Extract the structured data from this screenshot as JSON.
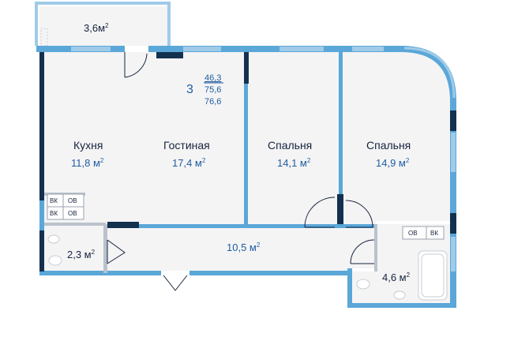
{
  "plan": {
    "rooms_count": "3",
    "areas": {
      "living": "46,3",
      "total": "75,6",
      "total_with_balcony": "76,6"
    },
    "unit_sup": "2",
    "balcony": {
      "area": "3,6м"
    },
    "kitchen": {
      "name": "Кухня",
      "area": "11,8 м"
    },
    "living_room": {
      "name": "Гостиная",
      "area": "17,4 м"
    },
    "bedroom_1": {
      "name": "Спальня",
      "area": "14,1 м"
    },
    "bedroom_2": {
      "name": "Спальня",
      "area": "14,9 м"
    },
    "bathroom": {
      "area": "2,3 м"
    },
    "hall": {
      "area": "10,5 м"
    },
    "bathroom_2": {
      "area": "4,6 м"
    },
    "shafts": {
      "vk": "ВК",
      "ov": "ОВ"
    },
    "colors": {
      "wall_outer": "#5aa7d8",
      "wall_outer_light": "#9fcbe8",
      "wall_inner": "#b9c2cc",
      "wall_dark": "#14304f",
      "floor": "#f4f4f5",
      "text_dark": "#16233d",
      "text_blue": "#1f5c9e"
    }
  }
}
